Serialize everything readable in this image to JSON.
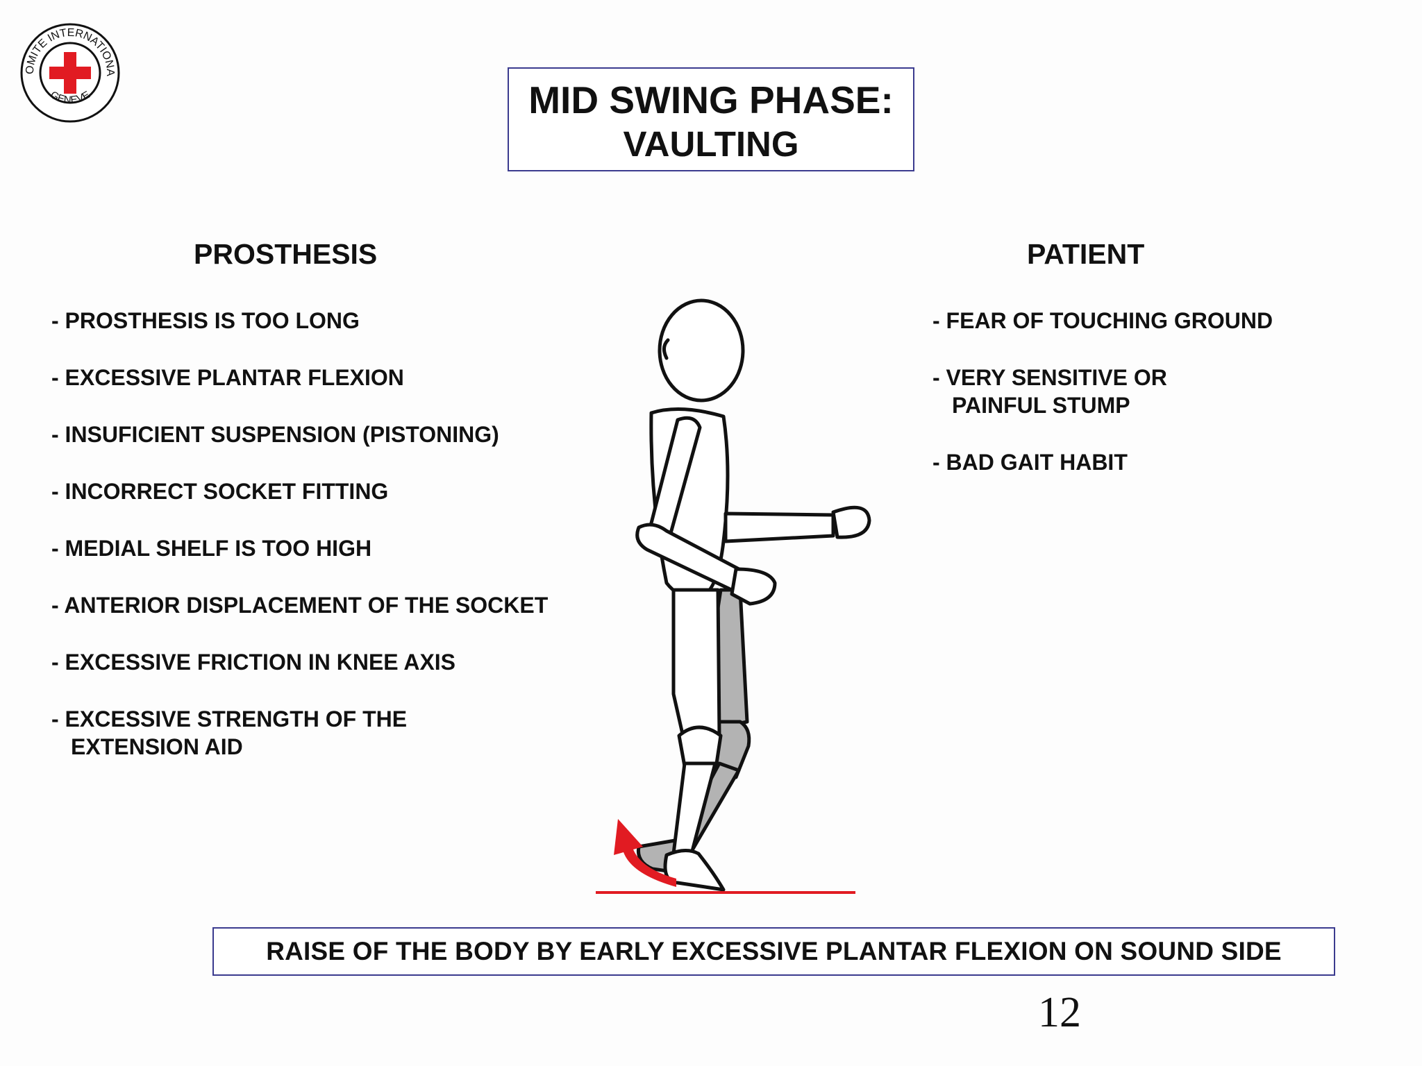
{
  "logo": {
    "text_top": "COMITE INTERNATIONAL",
    "text_bottom": "GENEVE",
    "icon": "red-cross-icon",
    "color": "#e11b22"
  },
  "title": {
    "line1": "MID SWING PHASE:",
    "line2": "VAULTING"
  },
  "prosthesis": {
    "heading": "PROSTHESIS",
    "items": [
      {
        "dash": "- ",
        "text": "PROSTHESIS IS TOO LONG",
        "cont": ""
      },
      {
        "dash": "- ",
        "text": "EXCESSIVE PLANTAR FLEXION",
        "cont": ""
      },
      {
        "dash": "- ",
        "text": "INSUFICIENT SUSPENSION (PISTONING)",
        "cont": ""
      },
      {
        "dash": "- ",
        "text": "INCORRECT SOCKET FITTING",
        "cont": ""
      },
      {
        "dash": "- ",
        "text": "MEDIAL SHELF IS TOO HIGH",
        "cont": ""
      },
      {
        "dash": "- ",
        "text": "ANTERIOR DISPLACEMENT OF THE SOCKET",
        "cont": ""
      },
      {
        "dash": "- ",
        "text": "EXCESSIVE FRICTION IN KNEE AXIS",
        "cont": ""
      },
      {
        "dash": "- ",
        "text": "EXCESSIVE STRENGTH OF THE",
        "cont": "EXTENSION AID"
      }
    ]
  },
  "patient": {
    "heading": "PATIENT",
    "items": [
      {
        "dash": "- ",
        "text": "FEAR OF TOUCHING GROUND",
        "cont": ""
      },
      {
        "dash": "- ",
        "text": "VERY SENSITIVE OR",
        "cont": "PAINFUL STUMP"
      },
      {
        "dash": "- ",
        "text": "BAD GAIT HABIT",
        "cont": ""
      }
    ]
  },
  "caption": "RAISE OF THE BODY BY EARLY EXCESSIVE PLANTAR FLEXION ON SOUND SIDE",
  "page_number": "12",
  "colors": {
    "accent_red": "#e11b22",
    "border_blue": "#3a3a8e",
    "prosthesis_gray": "#b3b3b3"
  }
}
